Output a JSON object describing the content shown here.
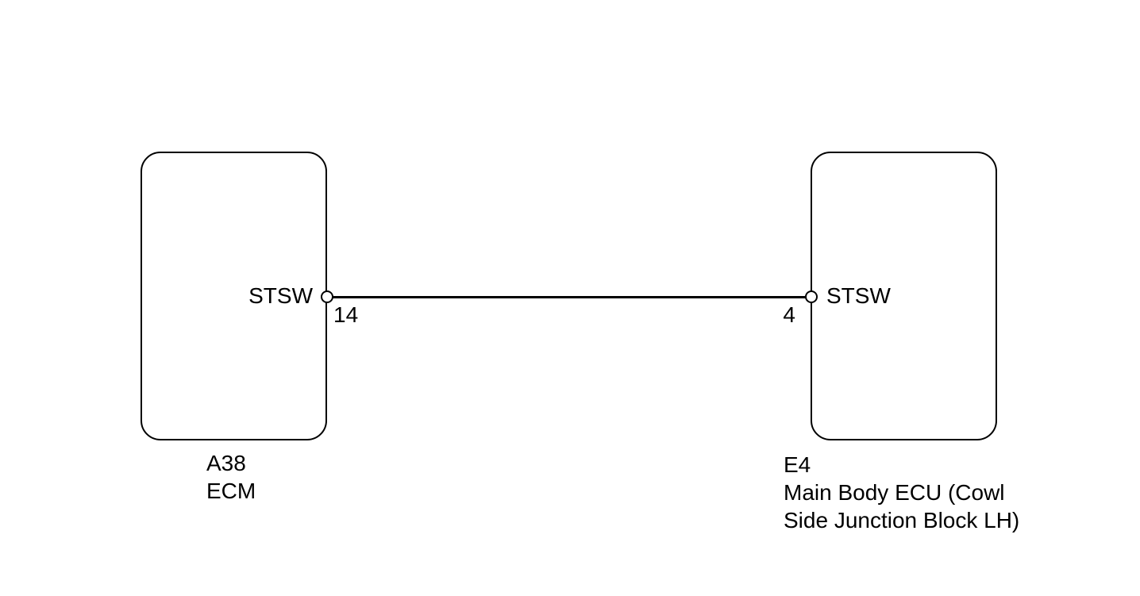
{
  "diagram": {
    "type": "wiring-connection",
    "wire": {
      "signal": "STSW"
    },
    "components": [
      {
        "code": "A38",
        "name": "ECM",
        "pin": "14",
        "terminal_label": "STSW"
      },
      {
        "code": "E4",
        "name": "Main Body ECU (Cowl Side Junction Block LH)",
        "pin": "4",
        "terminal_label": "STSW"
      }
    ],
    "colors": {
      "background": "#ffffff",
      "line": "#000000",
      "text": "#000000"
    }
  }
}
